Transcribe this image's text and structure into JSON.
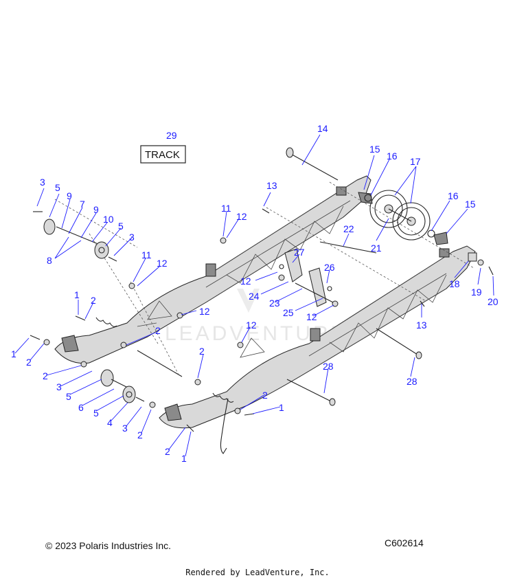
{
  "track_label": "TRACK",
  "watermark": "LEADVENTURE",
  "footer": {
    "copyright": "© 2023 Polaris Industries Inc.",
    "diagram_code": "C602614",
    "rendered_by": "Rendered by LeadVenture, Inc."
  },
  "callouts": {
    "c29": "29",
    "c14": "14",
    "c15a": "15",
    "c16a": "16",
    "c17": "17",
    "c16b": "16",
    "c15b": "15",
    "c13a": "13",
    "c11a": "11",
    "c12a": "12",
    "c22": "22",
    "c21": "21",
    "c18": "18",
    "c19": "19",
    "c20": "20",
    "c3a": "3",
    "c5a": "5",
    "c9a": "9",
    "c7": "7",
    "c9b": "9",
    "c10": "10",
    "c5b": "5",
    "c3b": "3",
    "c8": "8",
    "c11b": "11",
    "c12b": "12",
    "c27": "27",
    "c26": "26",
    "c12c": "12",
    "c24": "24",
    "c23": "23",
    "c25": "25",
    "c12d": "12",
    "c13b": "13",
    "c1a": "1",
    "c2a": "2",
    "c12e": "12",
    "c12f": "12",
    "c2b": "2",
    "c1b": "1",
    "c2c": "2",
    "c2d": "2",
    "c2e": "2",
    "c3c": "3",
    "c5c": "5",
    "c6": "6",
    "c5d": "5",
    "c4": "4",
    "c3d": "3",
    "c2f": "2",
    "c28a": "28",
    "c28b": "28",
    "c2g": "2",
    "c1c": "1",
    "c2h": "2",
    "c1d": "1"
  }
}
